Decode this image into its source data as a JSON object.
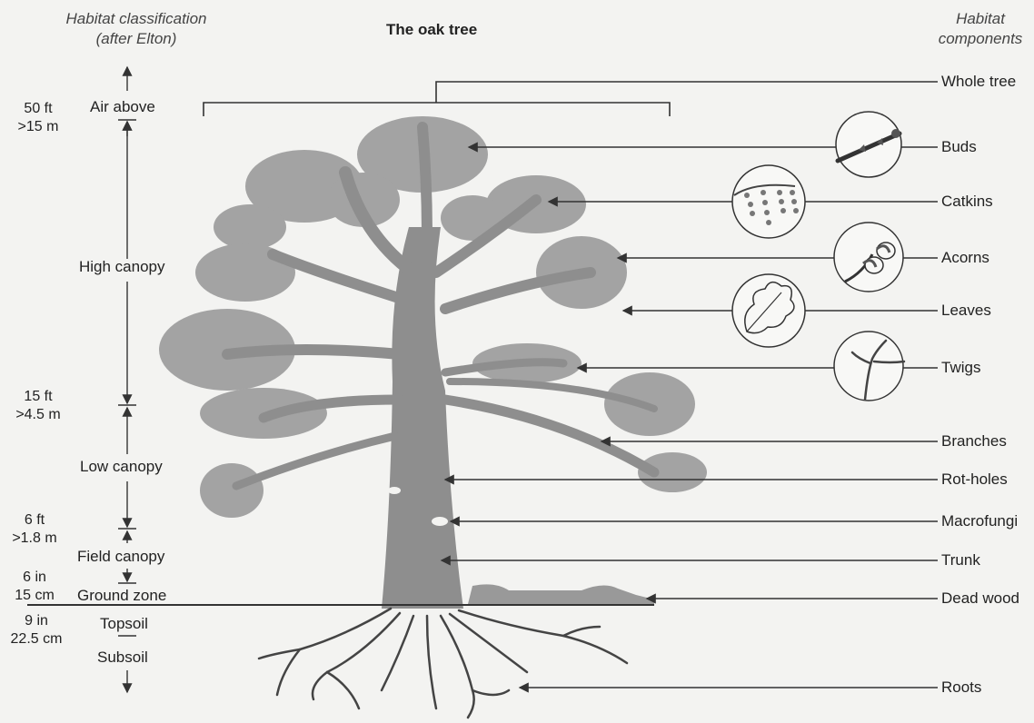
{
  "headers": {
    "left_line1": "Habitat classification",
    "left_line2": "(after Elton)",
    "center_title": "The oak tree",
    "right_line1": "Habitat",
    "right_line2": "components"
  },
  "zones": [
    {
      "label": "Air above"
    },
    {
      "label": "High canopy"
    },
    {
      "label": "Low canopy"
    },
    {
      "label": "Field canopy"
    },
    {
      "label": "Ground zone"
    },
    {
      "label": "Topsoil"
    },
    {
      "label": "Subsoil"
    }
  ],
  "measurements": [
    {
      "imperial": "50 ft",
      "metric": ">15 m"
    },
    {
      "imperial": "15 ft",
      "metric": ">4.5 m"
    },
    {
      "imperial": "6 ft",
      "metric": ">1.8 m"
    },
    {
      "imperial": "6 in",
      "metric": "15 cm"
    },
    {
      "imperial": "9 in",
      "metric": "22.5 cm"
    }
  ],
  "components": [
    {
      "label": "Whole tree"
    },
    {
      "label": "Buds",
      "icon": "bud-icon"
    },
    {
      "label": "Catkins",
      "icon": "catkin-icon"
    },
    {
      "label": "Acorns",
      "icon": "acorn-icon"
    },
    {
      "label": "Leaves",
      "icon": "leaf-icon"
    },
    {
      "label": "Twigs",
      "icon": "twig-icon"
    },
    {
      "label": "Branches"
    },
    {
      "label": "Rot-holes"
    },
    {
      "label": "Macrofungi"
    },
    {
      "label": "Trunk"
    },
    {
      "label": "Dead wood"
    },
    {
      "label": "Roots"
    }
  ],
  "colors": {
    "background": "#f3f3f1",
    "foliage": "#9a9a9a",
    "trunk": "#8e8e8e",
    "line": "#333333"
  }
}
